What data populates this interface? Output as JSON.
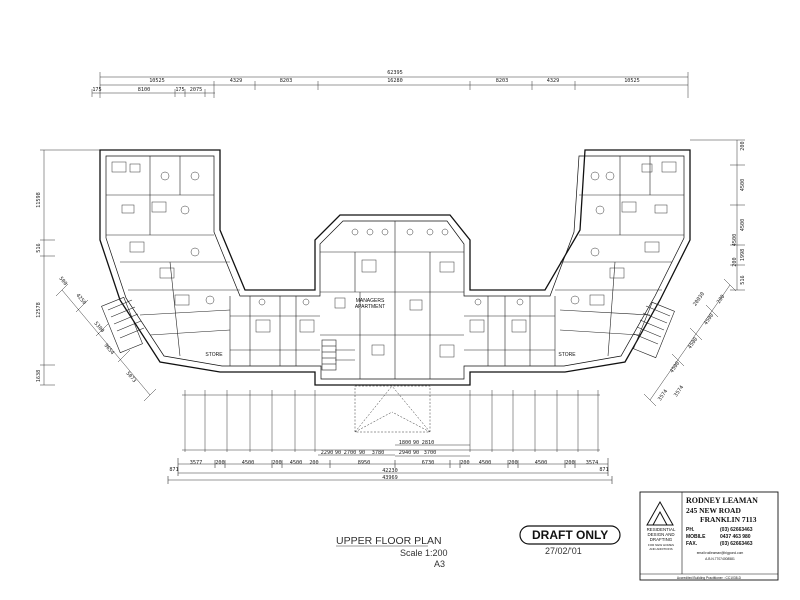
{
  "dims": {
    "overall_top": "62395",
    "top_row1": [
      "10525",
      "4329",
      "8203",
      "16280",
      "8203",
      "4329",
      "10525"
    ],
    "top_row2": [
      "175",
      "8100",
      "175",
      "2075"
    ],
    "bottom_row1": [
      "3577",
      "200",
      "4500",
      "200",
      "4500",
      "200",
      "8950",
      "6730",
      "200",
      "4500",
      "200",
      "4500",
      "200",
      "3574"
    ],
    "bottom_small": [
      "871",
      "871"
    ],
    "bottom_mid": "42230",
    "bottom_overall": "43969",
    "center_a": [
      "2290",
      "90",
      "2700",
      "90",
      "3780"
    ],
    "center_b": [
      "1800",
      "90",
      "2810"
    ],
    "center_c": [
      "2940",
      "90",
      "3700"
    ],
    "left_vert": [
      "11598",
      "516",
      "12578",
      "1638"
    ],
    "left_diag": [
      "500",
      "4250",
      "5300",
      "9654",
      "5073"
    ],
    "right_vert": [
      "200",
      "4500",
      "4500",
      "4500",
      "1998",
      "200",
      "516"
    ],
    "right_diag": [
      "200",
      "4500",
      "4500",
      "4500",
      "20030",
      "3574",
      "3574"
    ]
  },
  "rooms": {
    "managers_line1": "MANAGERS",
    "managers_line2": "APARTMENT",
    "store_left": "STORE",
    "store_right": "STORE"
  },
  "titles": {
    "plan_title": "UPPER FLOOR PLAN",
    "scale": "Scale 1:200",
    "sheet": "A3",
    "draft": "DRAFT ONLY",
    "date": "27/02/'01"
  },
  "titleblock": {
    "name": "RODNEY LEAMAN",
    "address1": "245 NEW ROAD",
    "address2": "FRANKLIN 7113",
    "ph_label": "PH.",
    "ph": "(03) 62663463",
    "mobile_label": "MOBILE",
    "mobile": "0437 463 980",
    "fax_label": "FAX.",
    "fax": "(03) 62663463",
    "company1": "RESIDENTIAL",
    "company2": "DESIGN AND",
    "company3": "DRAFTING",
    "company4": "FOR NEW HOMES",
    "company5": "AND ADDITIONS",
    "email": "email:rodleaman@bigpond.com",
    "abn": "A.B.N.77074008581",
    "accred": "Accredited Building Practitioner : CC1038-D"
  }
}
